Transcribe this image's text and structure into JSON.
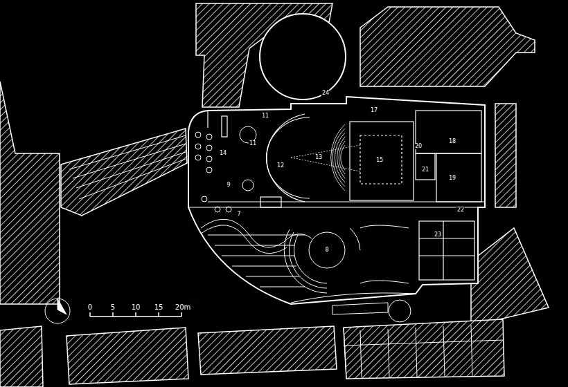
{
  "diagram": {
    "labels": [
      "24",
      "11",
      "17",
      "11",
      "14",
      "12",
      "13",
      "15",
      "20",
      "18",
      "19",
      "21",
      "22",
      "23",
      "9",
      "8",
      "7",
      "0",
      "5",
      "10",
      "15",
      "20m"
    ]
  }
}
